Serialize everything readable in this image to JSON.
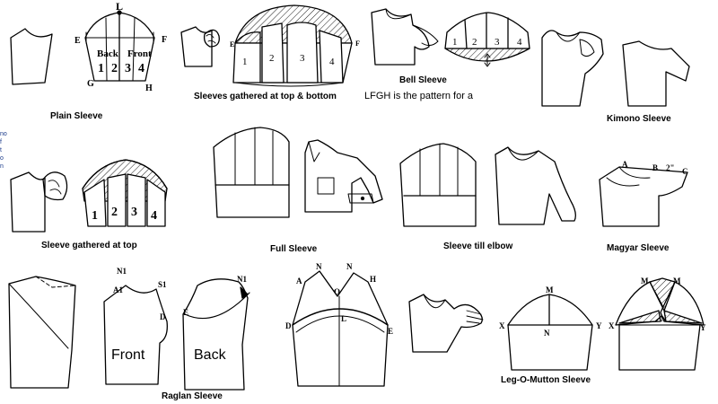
{
  "captions": {
    "plain_sleeve": "Plain Sleeve",
    "sleeves_gathered_top_bottom": "Sleeves gathered at top & bottom",
    "bell_sleeve": "Bell Sleeve",
    "pattern_note": "LFGH is the pattern for a",
    "kimono_sleeve": "Kimono Sleeve",
    "sleeve_gathered_at_top": "Sleeve gathered at top",
    "full_sleeve": "Full Sleeve",
    "sleeve_till_elbow": "Sleeve till elbow",
    "magyar_sleeve": "Magyar Sleeve",
    "raglan_sleeve": "Raglan Sleeve",
    "leg_o_mutton_sleeve": "Leg-O-Mutton Sleeve"
  },
  "labels": {
    "point_L": "L",
    "point_E": "E",
    "point_F": "F",
    "point_G": "G",
    "point_H": "H",
    "back": "Back",
    "front": "Front",
    "p1": "1",
    "p2": "2",
    "p3": "3",
    "p4": "4",
    "magyar_A": "A",
    "magyar_B": "B",
    "magyar_2in": "2\"",
    "magyar_C": "C",
    "raglan_N1": "N1",
    "raglan_A1": "A1",
    "raglan_S1": "S1",
    "raglan_D": "D",
    "raglan_E": "E",
    "raglan_front": "Front",
    "raglan_back": "Back",
    "sleeve_A": "A",
    "sleeve_N": "N",
    "sleeve_H": "H",
    "sleeve_O": "O",
    "sleeve_L": "L",
    "sleeve_D": "D",
    "sleeve_E": "E",
    "m": "M",
    "x": "X",
    "y": "Y",
    "n": "N"
  },
  "edge_text": "no f t o n"
}
